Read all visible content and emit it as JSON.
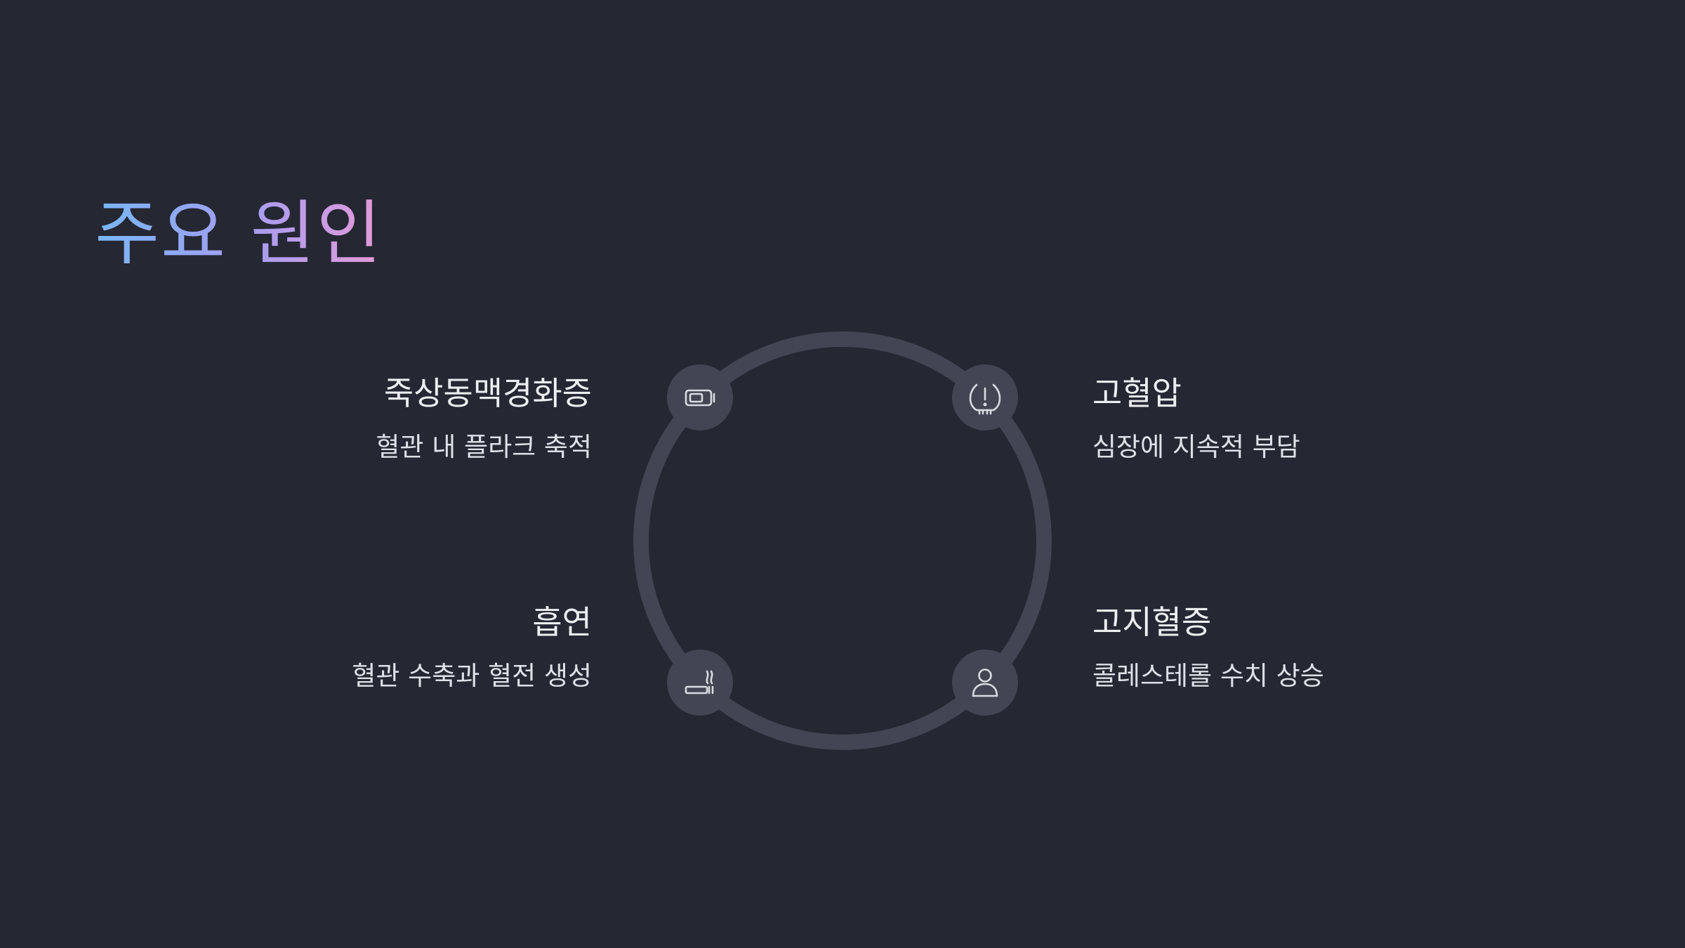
{
  "slide": {
    "title": "주요 원인"
  },
  "colors": {
    "background": "#252733",
    "ring": "#434552",
    "node": "#434552",
    "icon": "#d9dbe2",
    "title_gradient_start": "#78b7f5",
    "title_gradient_end": "#e69ad8"
  },
  "causes": [
    {
      "title": "죽상동맥경화증",
      "description": "혈관 내 플라크 축적",
      "icon": "battery-icon"
    },
    {
      "title": "고혈압",
      "description": "심장에 지속적 부담",
      "icon": "tire-pressure-warning-icon"
    },
    {
      "title": "흡연",
      "description": "혈관 수축과 혈전 생성",
      "icon": "cigarette-icon"
    },
    {
      "title": "고지혈증",
      "description": "콜레스테롤 수치 상승",
      "icon": "person-icon"
    }
  ]
}
